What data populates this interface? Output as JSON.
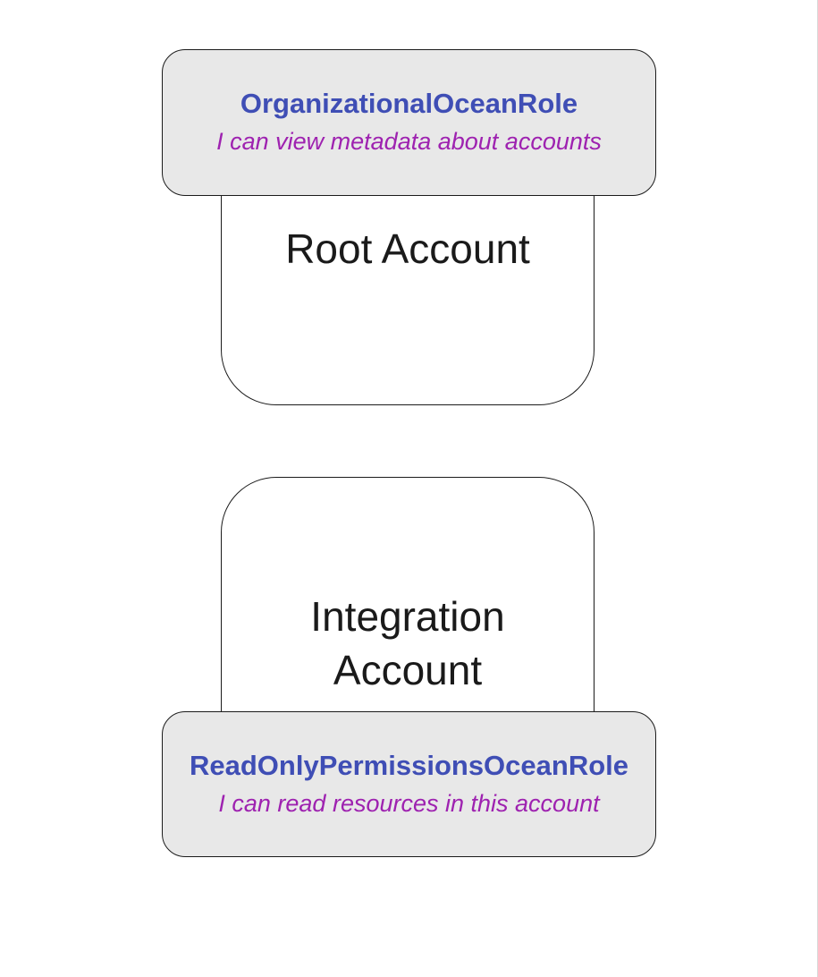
{
  "diagram": {
    "type": "flowchart",
    "clusters": [
      {
        "id": "root-account",
        "label": "Root Account",
        "role": {
          "name": "OrganizationalOceanRole",
          "description": "I can view metadata about accounts",
          "position": "top"
        }
      },
      {
        "id": "integration-account",
        "label": "Integration Account",
        "role": {
          "name": "ReadOnlyPermissionsOceanRole",
          "description": "I can read resources in this account",
          "position": "bottom"
        }
      }
    ],
    "colors": {
      "role_name_text": "#3f4eb5",
      "role_description_text": "#9e22b0",
      "role_node_fill": "#e8e8e8",
      "stroke": "#1b1b1b",
      "cluster_fill": "#ffffff",
      "cluster_label_text": "#1a1a1a",
      "page_edge": "#d8d8d8"
    }
  }
}
